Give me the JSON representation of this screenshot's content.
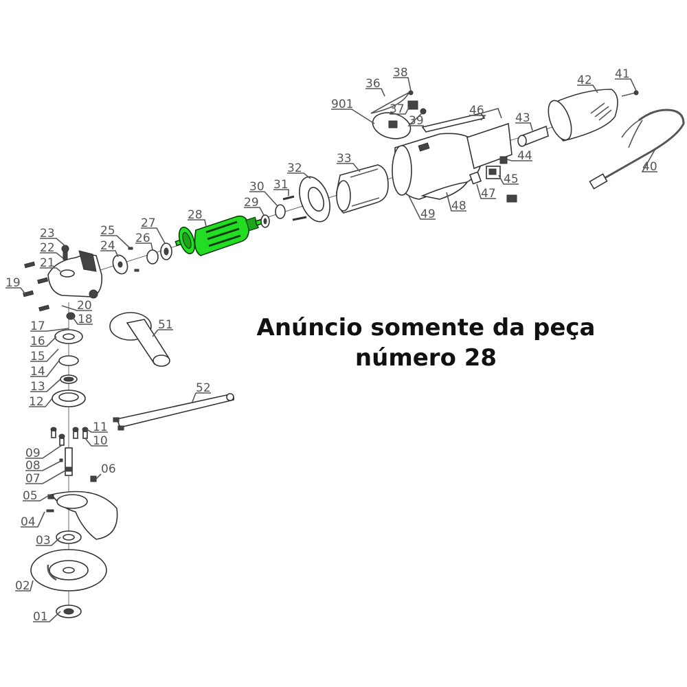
{
  "notice": {
    "line1": "Anúncio somente da peça",
    "line2": "número 28",
    "color": "#111111"
  },
  "highlight": {
    "part_number": "28",
    "color": "#22dd22"
  },
  "labels": {
    "p01": "01",
    "p02": "02",
    "p03": "03",
    "p04": "04",
    "p05": "05",
    "p06": "06",
    "p07": "07",
    "p08": "08",
    "p09": "09",
    "p10": "10",
    "p11": "11",
    "p12": "12",
    "p13": "13",
    "p14": "14",
    "p15": "15",
    "p16": "16",
    "p17": "17",
    "p18": "18",
    "p19": "19",
    "p20": "20",
    "p21": "21",
    "p22": "22",
    "p23": "23",
    "p24": "24",
    "p25": "25",
    "p26": "26",
    "p27": "27",
    "p28": "28",
    "p29": "29",
    "p30": "30",
    "p31": "31",
    "p32": "32",
    "p33": "33",
    "p36": "36",
    "p37": "37",
    "p38": "38",
    "p39": "39",
    "p40": "40",
    "p41": "41",
    "p42": "42",
    "p43": "43",
    "p44": "44",
    "p45": "45",
    "p46": "46",
    "p47": "47",
    "p48": "48",
    "p49": "49",
    "p51": "51",
    "p52": "52",
    "p901": "901"
  }
}
